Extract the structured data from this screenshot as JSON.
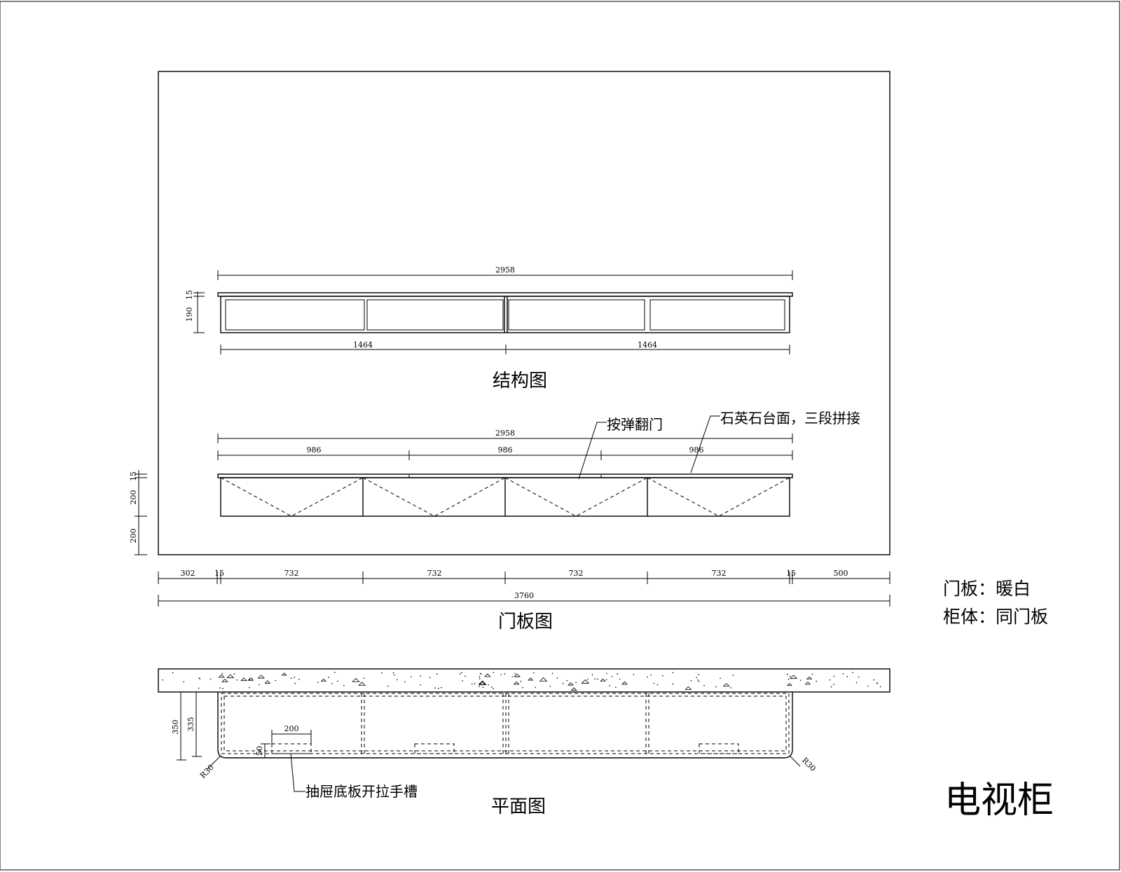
{
  "drawing_title": "电视柜",
  "materials": {
    "door": "门板：暖白",
    "cabinet": "柜体：同门板"
  },
  "views": {
    "structure": {
      "title": "结构图"
    },
    "door": {
      "title": "门板图",
      "callout_door": "按弹翻门",
      "callout_top": "石英石台面，三段拼接"
    },
    "plan": {
      "title": "平面图",
      "callout_slot": "抽屉底板开拉手槽"
    }
  },
  "dimensions": {
    "structure_total": "2958",
    "structure_top_thk": "15",
    "structure_height": "190",
    "structure_half_left": "1464",
    "structure_half_right": "1464",
    "door_total": "2958",
    "door_top_1": "986",
    "door_top_2": "986",
    "door_top_3": "986",
    "door_top_thk": "15",
    "door_height": "200",
    "door_leg": "200",
    "bottom_left_gap": "302",
    "bottom_side_l": "15",
    "bottom_door_1": "732",
    "bottom_door_2": "732",
    "bottom_door_3": "732",
    "bottom_door_4": "732",
    "bottom_side_r": "15",
    "bottom_right_gap": "500",
    "overall": "3760",
    "plan_depth_outer": "350",
    "plan_depth_inner": "335",
    "plan_slot_width": "200",
    "plan_slot_depth": "50",
    "plan_radius_left": "R30",
    "plan_radius_right": "R30"
  }
}
